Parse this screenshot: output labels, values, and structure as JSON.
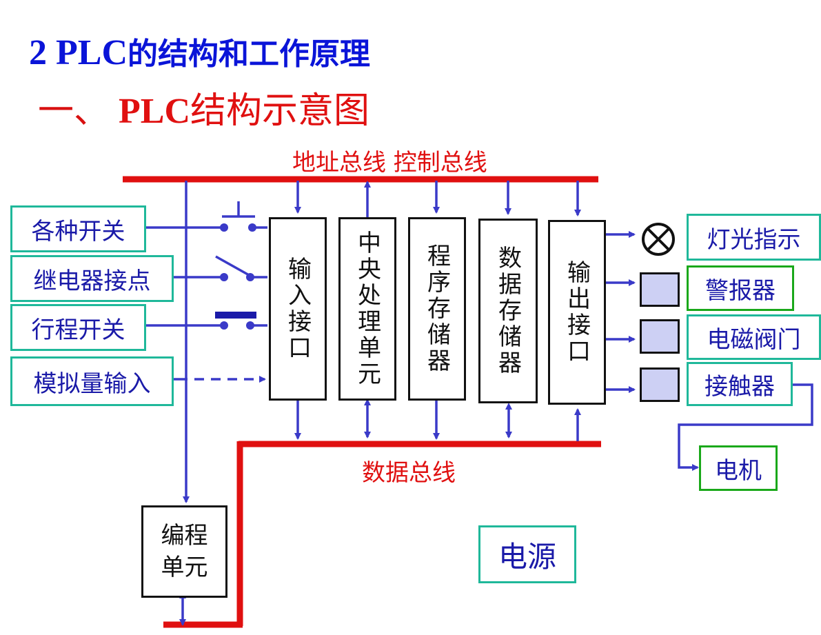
{
  "title": {
    "number": "2",
    "plc": "PLC",
    "text": "的结构和工作原理"
  },
  "subtitle": {
    "prefix": "一、",
    "plc": "PLC",
    "text": "结构示意图"
  },
  "buses": {
    "address_control": "地址总线  控制总线",
    "data": "数据总线"
  },
  "inputs": [
    "各种开关",
    "继电器接点",
    "行程开关",
    "模拟量输入"
  ],
  "modules": [
    {
      "label": "输入接口"
    },
    {
      "label": "中央处理单元"
    },
    {
      "label": "程序存储器"
    },
    {
      "label": "数据存储器"
    },
    {
      "label": "输出接口"
    }
  ],
  "outputs": [
    "灯光指示",
    "警报器",
    "电磁阀门",
    "接触器"
  ],
  "motor": "电机",
  "programming_unit": "编程单元",
  "power_supply": "电源",
  "colors": {
    "bus": "#e01010",
    "wire": "#3a3ac8",
    "box_border": "#1fb89a",
    "green_border": "#1aa81a",
    "label_text": "#1a1aa8",
    "title_blue": "#0a14d8",
    "indicator_fill": "#cdd0f4"
  },
  "icons": [
    "lamp-symbol-icon",
    "push-button-switch-icon",
    "relay-contact-icon",
    "limit-switch-icon",
    "arrow-icon"
  ]
}
